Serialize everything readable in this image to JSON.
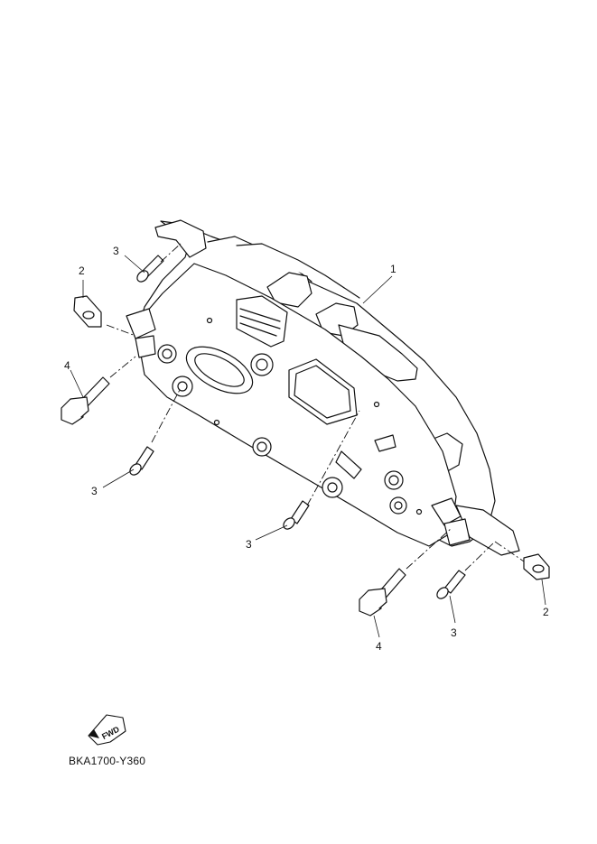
{
  "diagram": {
    "callouts": {
      "c1": "1",
      "c2a": "2",
      "c2b": "2",
      "c3a": "3",
      "c3b": "3",
      "c3c": "3",
      "c3d": "3",
      "c4a": "4",
      "c4b": "4"
    },
    "fwd_label": "FWD",
    "diagram_code": "BKA1700-Y360"
  }
}
